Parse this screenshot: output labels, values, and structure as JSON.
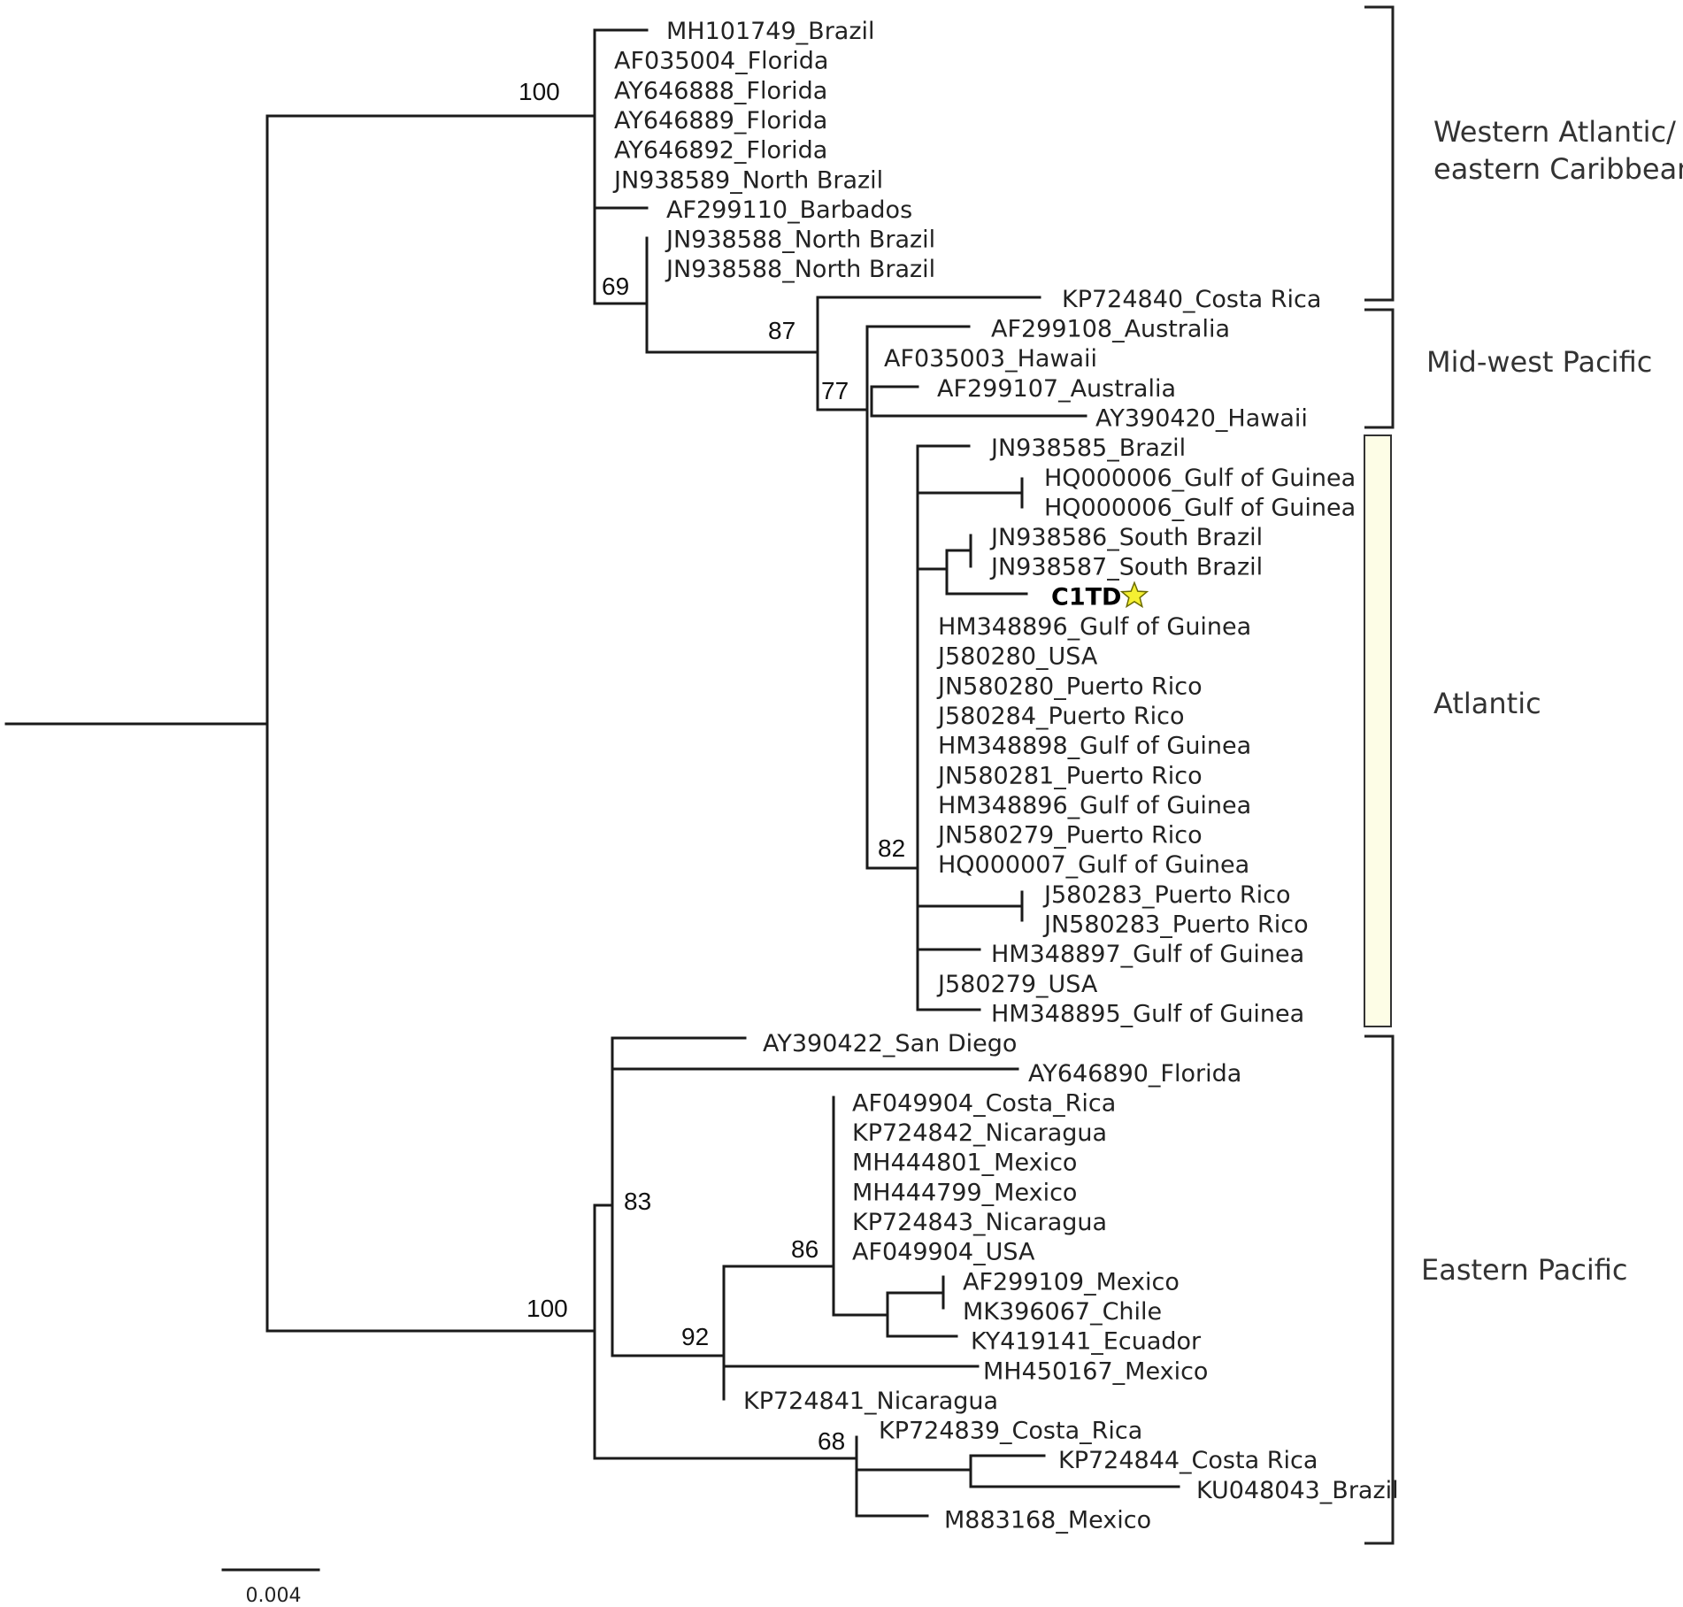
{
  "tree": {
    "leaves": [
      "MH101749_Brazil",
      "AF035004_Florida",
      "AY646888_Florida",
      "AY646889_Florida",
      "AY646892_Florida",
      "JN938589_North Brazil",
      "AF299110_Barbados",
      "JN938588_North Brazil",
      "JN938588_North Brazil",
      "KP724840_Costa Rica",
      "AF299108_Australia",
      "AF035003_Hawaii",
      "AF299107_Australia",
      "AY390420_Hawaii",
      "JN938585_Brazil",
      "HQ000006_Gulf of Guinea",
      "HQ000006_Gulf of Guinea",
      "JN938586_South Brazil",
      "JN938587_South Brazil",
      "C1TD",
      "HM348896_Gulf of Guinea",
      "J580280_USA",
      "JN580280_Puerto Rico",
      "J580284_Puerto Rico",
      "HM348898_Gulf of Guinea",
      "JN580281_Puerto Rico",
      "HM348896_Gulf of Guinea",
      "JN580279_Puerto Rico",
      "HQ000007_Gulf of Guinea",
      "J580283_Puerto Rico",
      "JN580283_Puerto Rico",
      "HM348897_Gulf of Guinea",
      "J580279_USA",
      "HM348895_Gulf of Guinea",
      "AY390422_San Diego",
      "AY646890_Florida",
      "AF049904_Costa_Rica",
      "KP724842_Nicaragua",
      "MH444801_Mexico",
      "MH444799_Mexico",
      "KP724843_Nicaragua",
      "AF049904_USA",
      "AF299109_Mexico",
      "MK396067_Chile",
      "KY419141_Ecuador",
      "MH450167_Mexico",
      "KP724841_Nicaragua",
      "KP724839_Costa_Rica",
      "KP724844_Costa Rica",
      "KU048043_Brazil",
      "M883168_Mexico"
    ],
    "highlight_leaf": "C1TD",
    "highlight_icon": "star-icon",
    "highlight_color": "#f5f032",
    "support_values": [
      "100",
      "69",
      "87",
      "77",
      "82",
      "100",
      "83",
      "92",
      "86",
      "68"
    ]
  },
  "clades": [
    {
      "label": "Western Atlantic/\neastern Caribbean"
    },
    {
      "label": "Mid-west Pacific"
    },
    {
      "label": "Atlantic",
      "color": "#fdfde6"
    },
    {
      "label": "Eastern Pacific"
    }
  ],
  "scale_bar": {
    "label": "0.004"
  }
}
